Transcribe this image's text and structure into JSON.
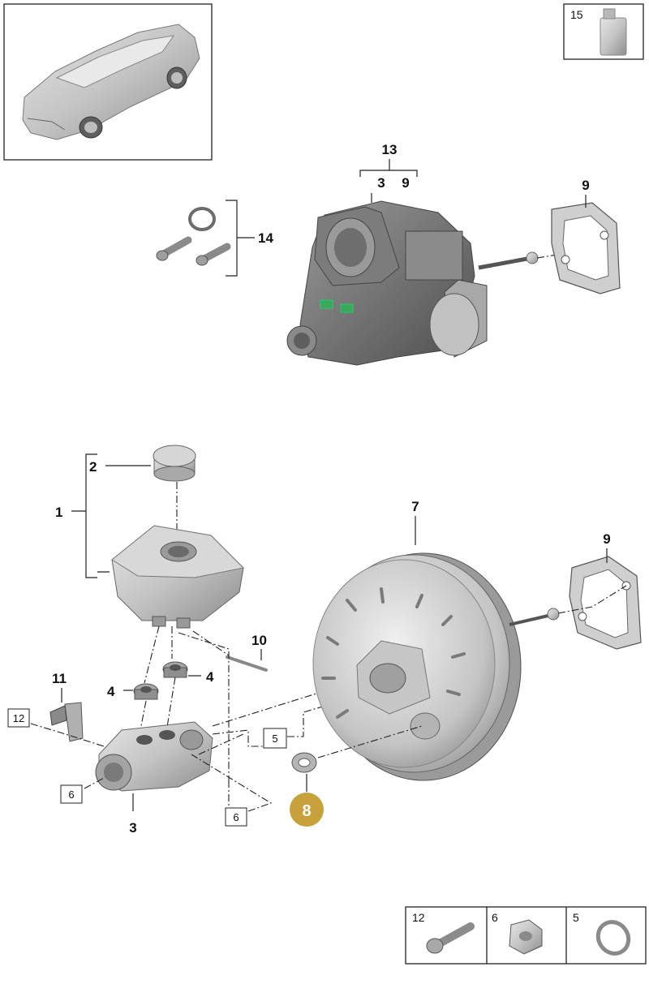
{
  "title": "",
  "overview": {
    "thumbnail": "vehicle-overview"
  },
  "callouts": {
    "c1": "1",
    "c2": "2",
    "c3": "3",
    "c3_top": "3",
    "c4a": "4",
    "c4b": "4",
    "c7": "7",
    "c9_top": "9",
    "c9_bottom": "9",
    "c9_group": "9",
    "c10": "10",
    "c11": "11",
    "c13": "13",
    "c14": "14",
    "c15": "15"
  },
  "boxed_refs": {
    "r12": "12",
    "r6a": "6",
    "r6b": "6",
    "r5": "5"
  },
  "highlight": {
    "label": "8",
    "color": "#c9a13a"
  },
  "legend": [
    {
      "number": "12",
      "icon": "bolt-icon"
    },
    {
      "number": "6",
      "icon": "hex-nut-icon"
    },
    {
      "number": "5",
      "icon": "seal-ring-icon"
    }
  ],
  "colors": {
    "part_fill": "#c8c8c8",
    "part_dark": "#8a8a8a",
    "line": "#222222",
    "highlight": "#c9a13a",
    "seal_green": "#3aa85a"
  }
}
